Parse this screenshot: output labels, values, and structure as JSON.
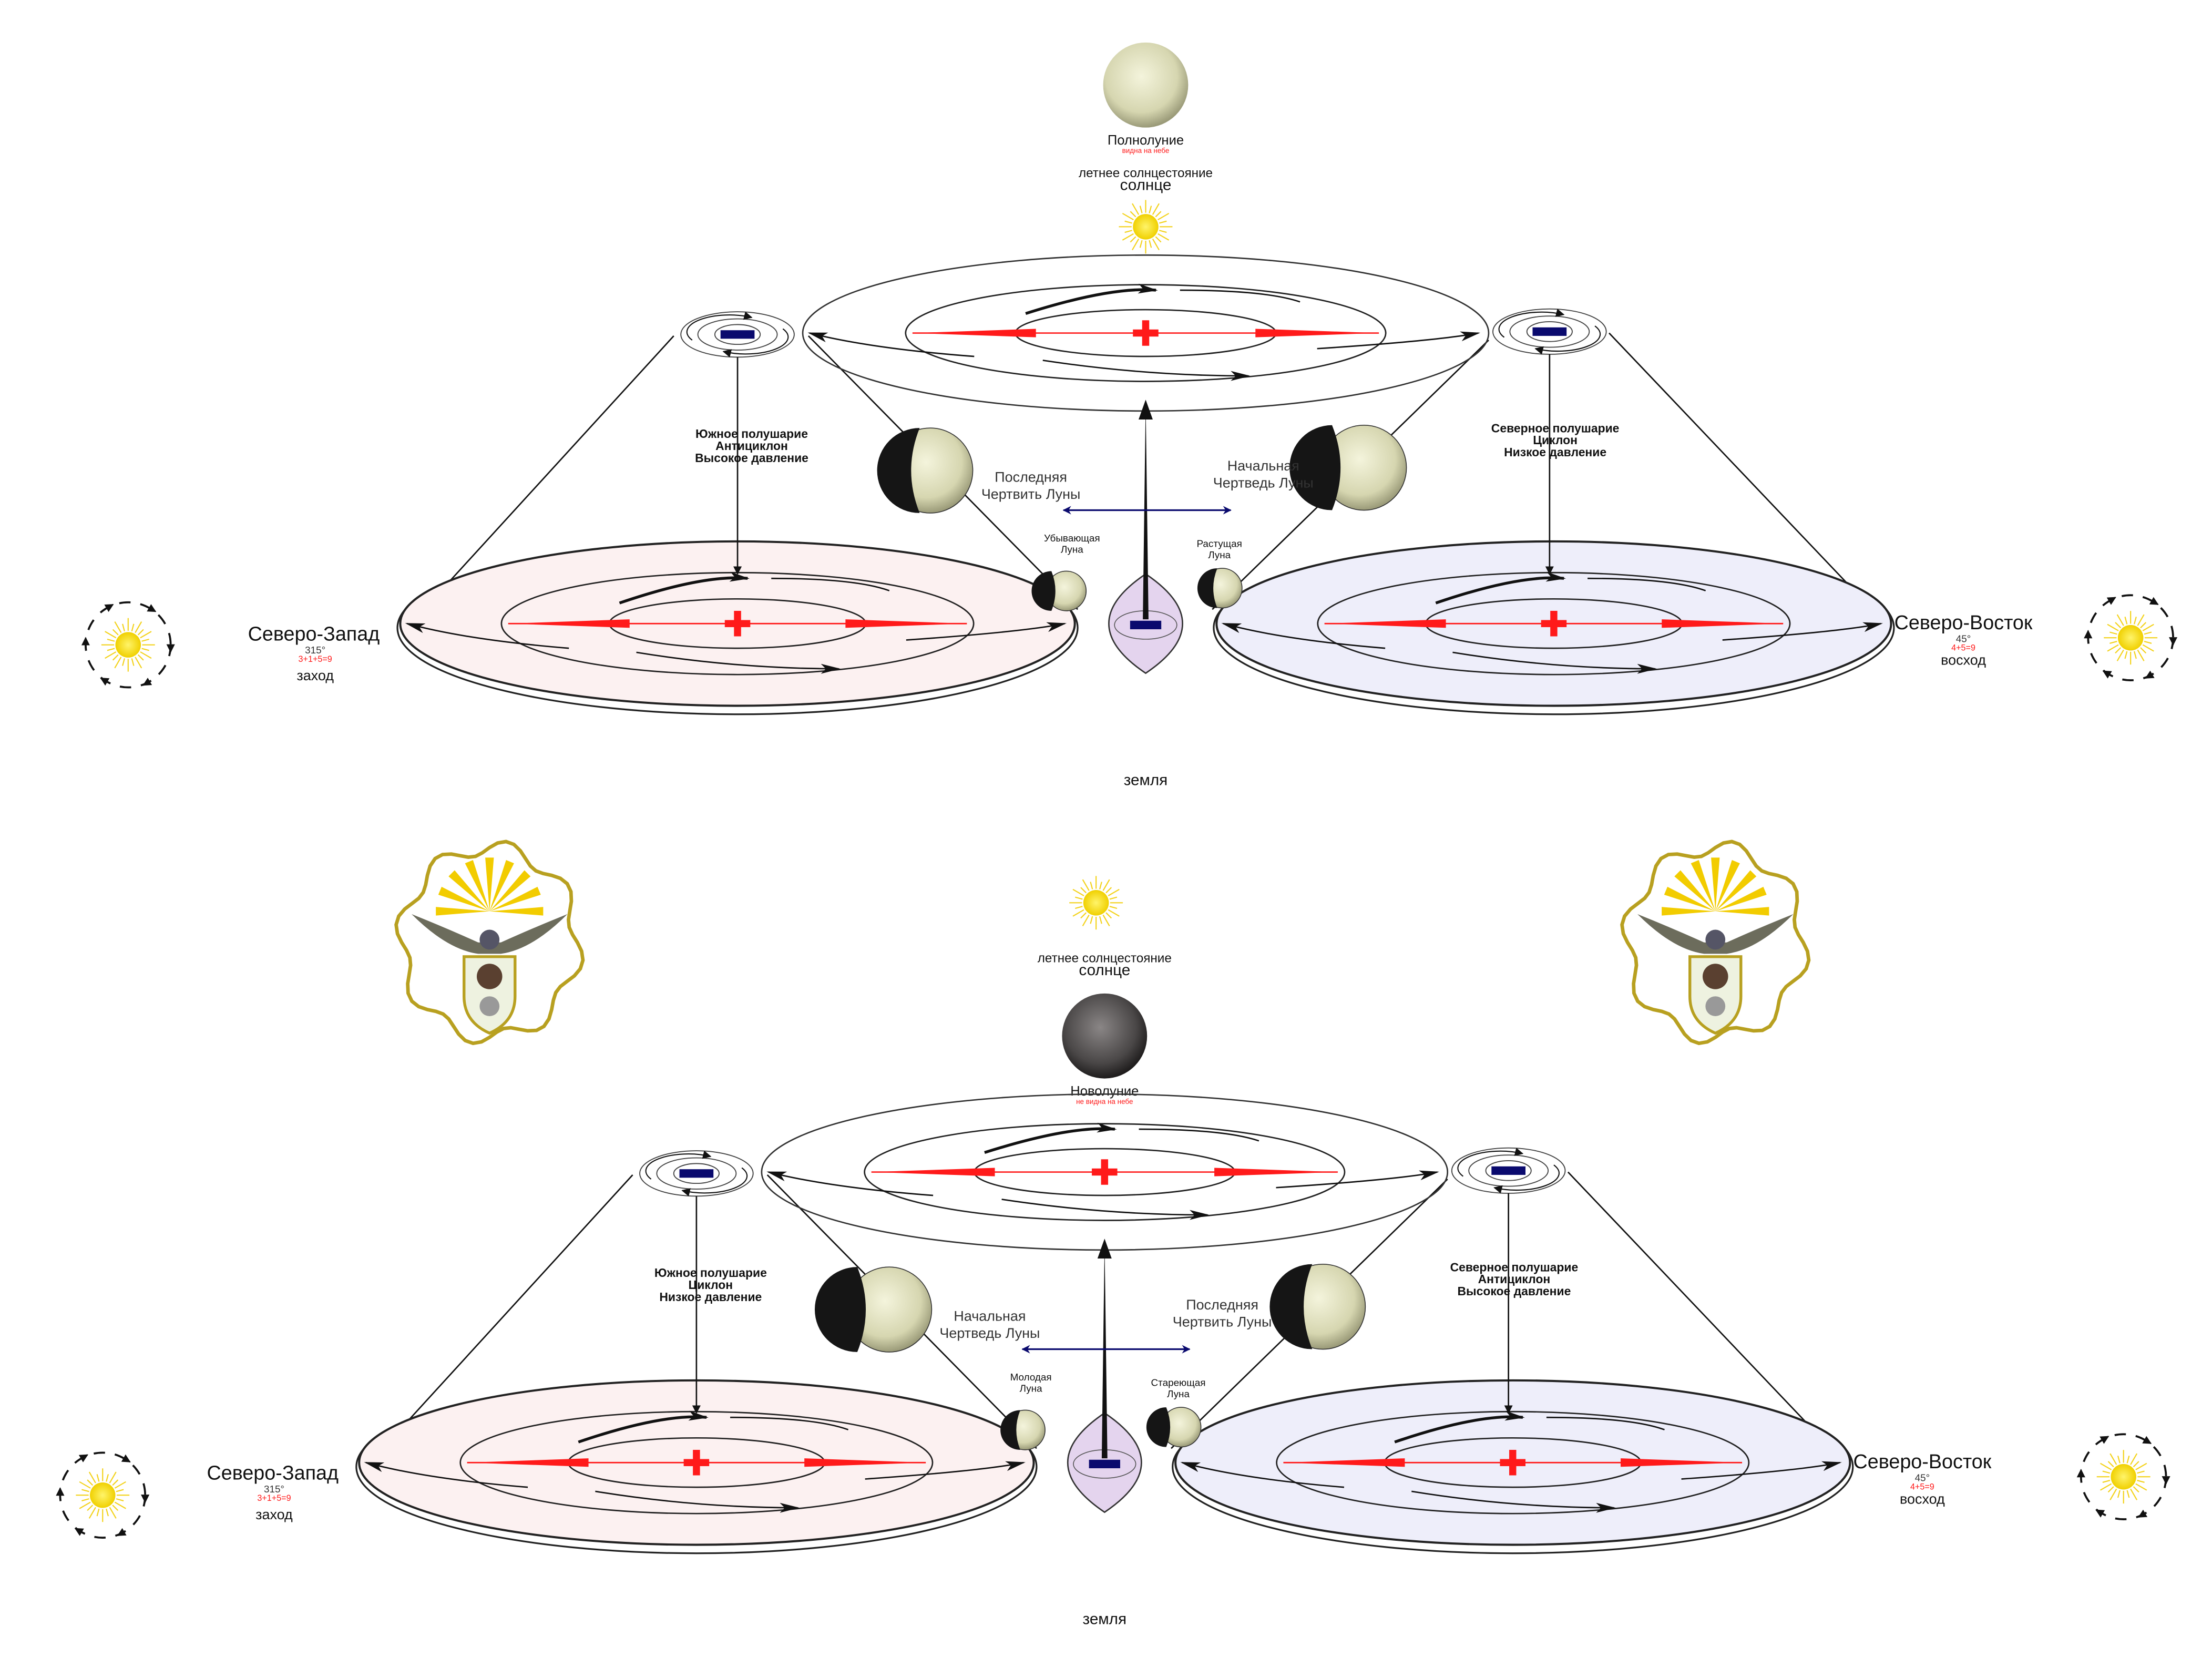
{
  "colors": {
    "pressure_red": "#ff1a1a",
    "low_blue": "#0a0a6e",
    "west_fill": "#fcf1f1",
    "east_fill": "#eeeefa",
    "lens_fill": "#e4d4ee",
    "sun": "#f7e030",
    "gold": "#b8a020"
  },
  "panels": [
    {
      "sky_body": {
        "name": "Полнолуние",
        "note": "видна на небе",
        "icon": "full-moon"
      },
      "solstice": "летнее солнцестояние",
      "sun": "солнце",
      "left_hemisphere": [
        "Южное полушарие",
        "Антициклон",
        "Высокое давление"
      ],
      "right_hemisphere": [
        "Северное полушарие",
        "Циклон",
        "Низкое давление"
      ],
      "left_quarter": [
        "Последняя",
        "Чертвить Луны"
      ],
      "right_quarter": [
        "Начальная",
        "Чертведь Луны"
      ],
      "left_small_moon": [
        "Убывающая",
        "Луна"
      ],
      "right_small_moon": [
        "Растущая",
        "Луна"
      ],
      "west": {
        "name": "Северо-Запад",
        "deg": "315°",
        "sum": "3+1+5=9",
        "event": "заход"
      },
      "east": {
        "name": "Северо-Восток",
        "deg": "45°",
        "sum": "4+5=9",
        "event": "восход"
      },
      "earth": "земля"
    },
    {
      "sky_body": {
        "name": "Новолуние",
        "note": "не видна на небе",
        "icon": "new-moon"
      },
      "solstice": "летнее солнцестояние",
      "sun": "солнце",
      "left_hemisphere": [
        "Южное полушарие",
        "Циклон",
        "Низкое давление"
      ],
      "right_hemisphere": [
        "Северное полушарие",
        "Антициклон",
        "Высокое давление"
      ],
      "left_quarter": [
        "Начальная",
        "Чертведь Луны"
      ],
      "right_quarter": [
        "Последняя",
        "Чертвить Луны"
      ],
      "left_small_moon": [
        "Молодая",
        "Луна"
      ],
      "right_small_moon": [
        "Стареющая",
        "Луна"
      ],
      "west": {
        "name": "Северо-Запад",
        "deg": "315°",
        "sum": "3+1+5=9",
        "event": "заход"
      },
      "east": {
        "name": "Северо-Восток",
        "deg": "45°",
        "sum": "4+5=9",
        "event": "восход"
      },
      "earth": "земля"
    }
  ]
}
